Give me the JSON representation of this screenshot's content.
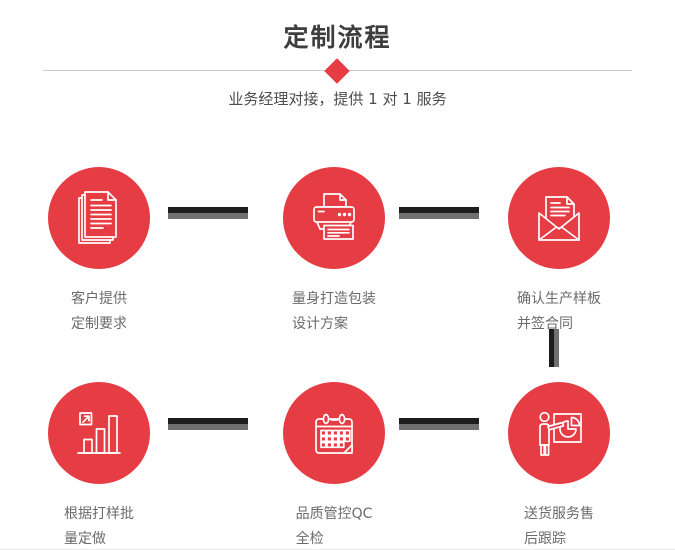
{
  "colors": {
    "accent_red": "#e63c44",
    "connector_dark": "#1d1d1d",
    "connector_gray": "#707070",
    "divider": "#cccccc",
    "title_color": "#3d3d3d",
    "subtitle_color": "#4d4d4d",
    "caption_color": "#6b6b6b",
    "icon_stroke": "#ffffff"
  },
  "header": {
    "title": "定制流程",
    "subtitle": "业务经理对接，提供 1 对 1 服务"
  },
  "steps": [
    {
      "icon": "documents-icon",
      "label_line1": "客户提供",
      "label_line2": "定制要求"
    },
    {
      "icon": "printer-icon",
      "label_line1": "量身打造包装",
      "label_line2": "设计方案"
    },
    {
      "icon": "envelope-icon",
      "label_line1": "确认生产样板",
      "label_line2": "并签合同"
    },
    {
      "icon": "bar-chart-icon",
      "label_line1": "根据打样批",
      "label_line2": "量定做"
    },
    {
      "icon": "calendar-icon",
      "label_line1": "品质管控QC",
      "label_line2": "全检"
    },
    {
      "icon": "presentation-icon",
      "label_line1": "送货服务售",
      "label_line2": "后跟踪"
    }
  ]
}
